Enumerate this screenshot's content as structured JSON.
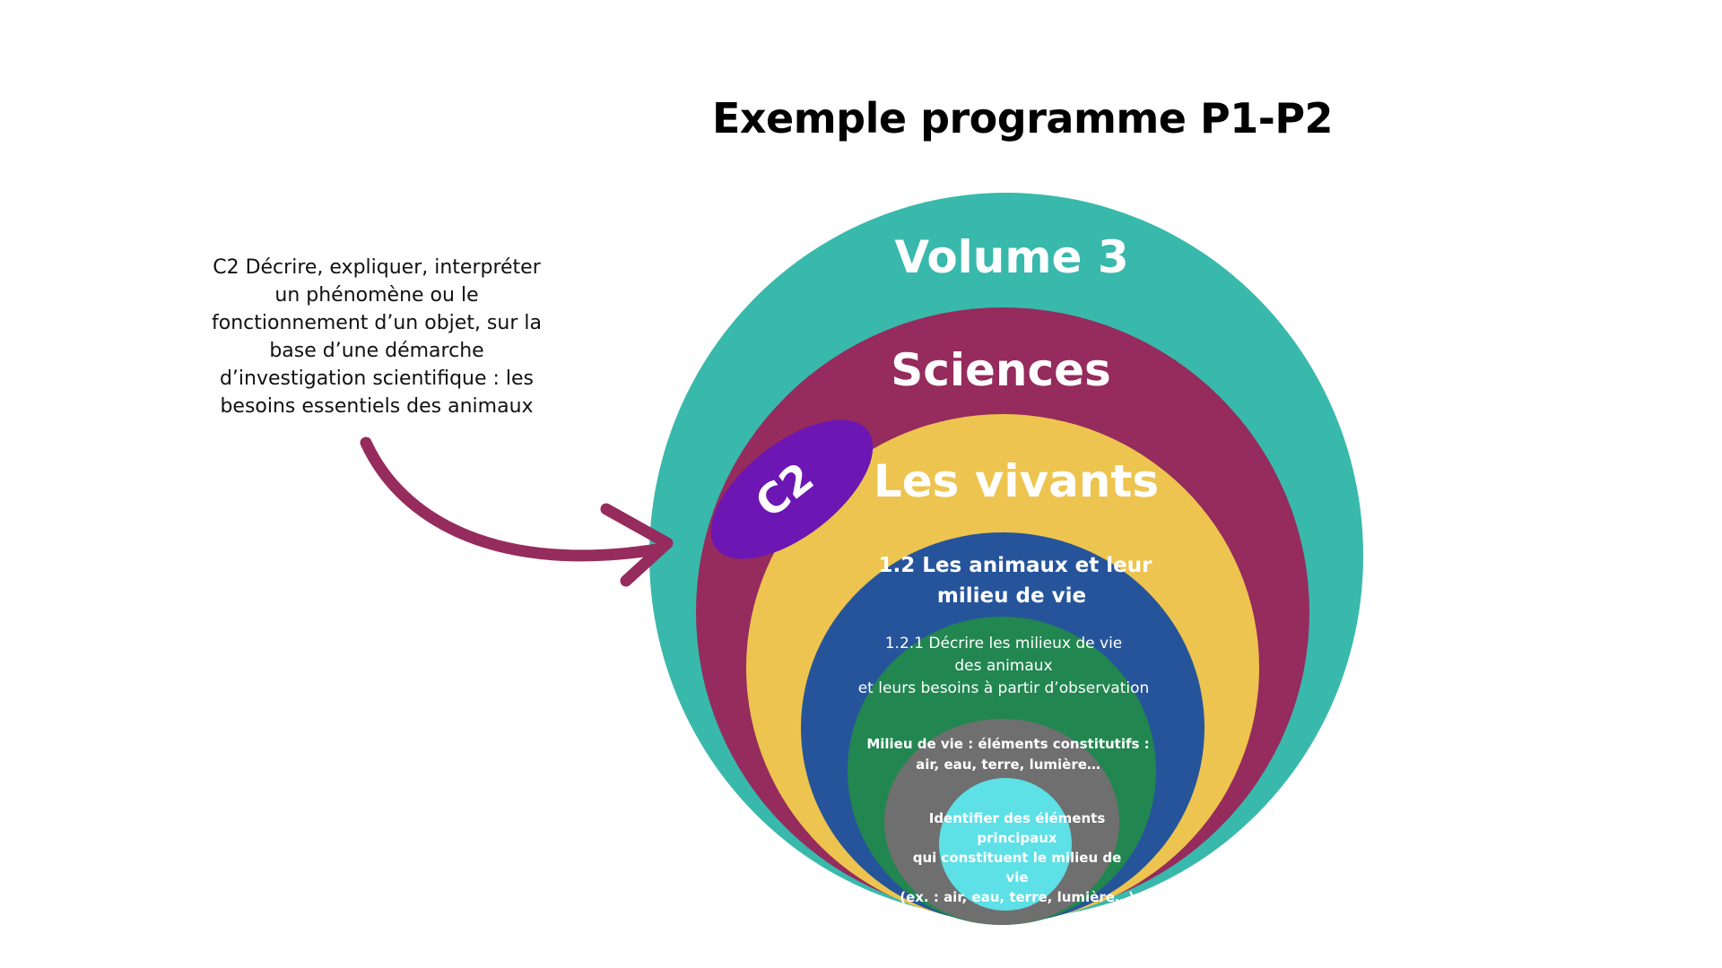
{
  "title": "Exemple programme P1-P2",
  "side_note": {
    "lines": [
      "C2 Décrire, expliquer, interpréter",
      "un phénomène ou le",
      "fonctionnement d’un objet, sur la",
      "base d’une démarche",
      "d’investigation scientifique : les",
      "besoins essentiels des animaux"
    ]
  },
  "levels": {
    "volume": {
      "label": "Volume 3",
      "color": "#38b9ac"
    },
    "discipline": {
      "label": "Sciences",
      "color": "#962b5d"
    },
    "domain": {
      "label": "Les vivants",
      "color": "#edc44f"
    },
    "theme": {
      "line1": "1.2 Les animaux et leur",
      "line2": "milieu de vie",
      "color": "#26549b"
    },
    "subtheme": {
      "line1": "1.2.1 Décrire les milieux de vie",
      "line2": "des animaux",
      "line3": "et leurs besoins à partir d’observation",
      "color": "#228650"
    },
    "content": {
      "line1": "Milieu de vie : éléments constitutifs :",
      "line2": "air, eau, terre, lumière…",
      "color": "#6f6f6f"
    },
    "objective": {
      "line1": "Identifier des éléments",
      "line2": "principaux",
      "line3": "qui constituent le milieu de",
      "line4": "vie",
      "line5": "(ex. : air, eau, terre, lumière…)",
      "color": "#5de0e6"
    }
  },
  "competence_badge": {
    "label": "C2",
    "color": "#6c16b4"
  },
  "arrow": {
    "color": "#962b5d"
  }
}
